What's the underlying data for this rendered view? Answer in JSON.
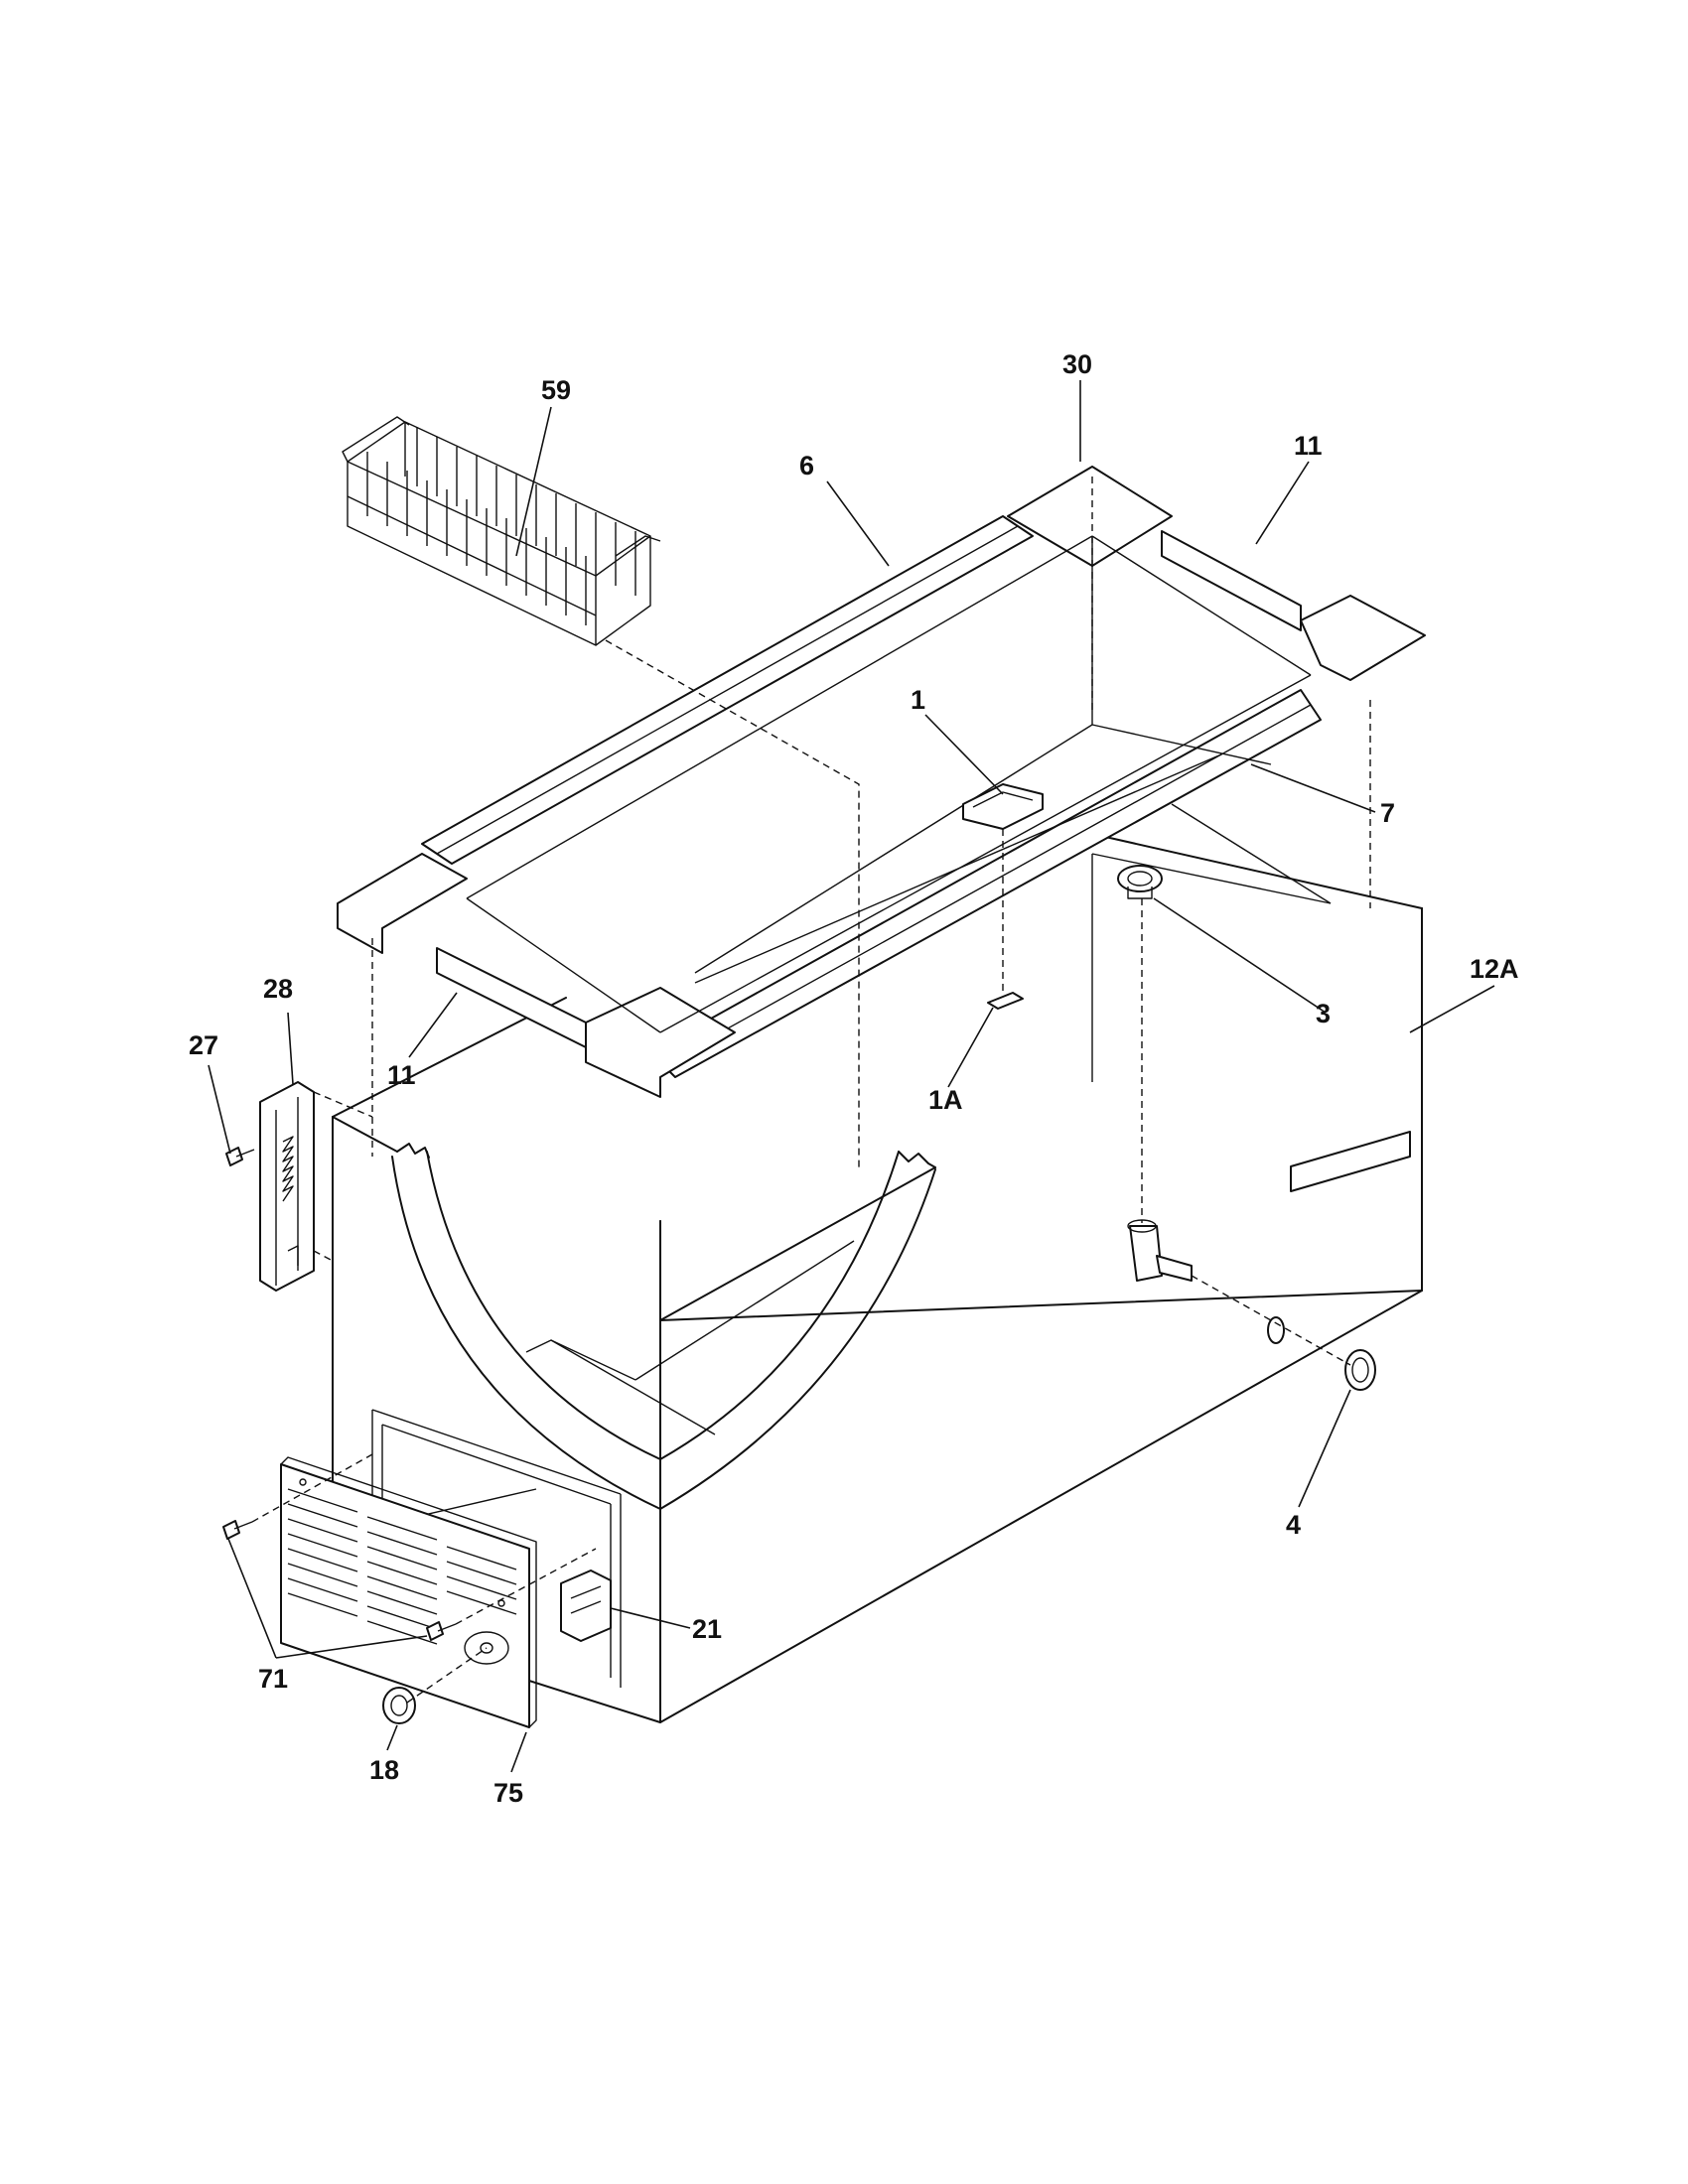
{
  "callouts": {
    "c59": "59",
    "c30": "30",
    "c6": "6",
    "c11_top": "11",
    "c1": "1",
    "c7": "7",
    "c28": "28",
    "c27": "27",
    "c3": "3",
    "c12A": "12A",
    "c11_bottom": "11",
    "c1A": "1A",
    "c4": "4",
    "c21": "21",
    "c71": "71",
    "c18": "18",
    "c75": "75"
  }
}
